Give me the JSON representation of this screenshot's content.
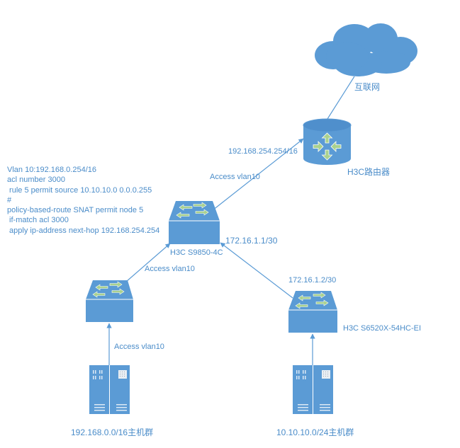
{
  "colors": {
    "device_fill": "#5b9bd5",
    "device_dark": "#4f8fcc",
    "arrow_green": "#a9d18e",
    "line": "#5b9bd5",
    "text": "#4a8cc9"
  },
  "nodes": {
    "internet": {
      "icon": "cloud-icon",
      "label": "互联网"
    },
    "router": {
      "icon": "router-icon",
      "label": "H3C路由器",
      "ip": "192.168.254.254/16"
    },
    "core_switch": {
      "icon": "switch-icon",
      "label": "H3C S9850-4C",
      "ip": "172.16.1.1/30"
    },
    "access_switch_left": {
      "icon": "switch-icon",
      "label": ""
    },
    "access_switch_right": {
      "icon": "switch-icon",
      "label": "H3C S6520X-54HC-EI",
      "ip": "172.16.1.2/30"
    },
    "hosts_left": {
      "icon": "server-rack-icon",
      "label": "192.168.0.0/16主机群"
    },
    "hosts_right": {
      "icon": "server-rack-icon",
      "label": "10.10.10.0/24主机群"
    }
  },
  "links": [
    {
      "from": "router",
      "to": "internet",
      "label": ""
    },
    {
      "from": "core_switch",
      "to": "router",
      "label": "Access vlan10"
    },
    {
      "from": "access_switch_left",
      "to": "core_switch",
      "label": "Access vlan10"
    },
    {
      "from": "access_switch_right",
      "to": "core_switch",
      "label": ""
    },
    {
      "from": "hosts_left",
      "to": "access_switch_left",
      "label": "Access vlan10"
    },
    {
      "from": "hosts_right",
      "to": "access_switch_right",
      "label": ""
    }
  ],
  "config_lines": [
    "Vlan 10:192.168.0.254/16",
    "acl number 3000",
    " rule 5 permit source 10.10.10.0 0.0.0.255",
    "#",
    "policy-based-route SNAT permit node 5",
    " if-match acl 3000",
    " apply ip-address next-hop 192.168.254.254"
  ]
}
